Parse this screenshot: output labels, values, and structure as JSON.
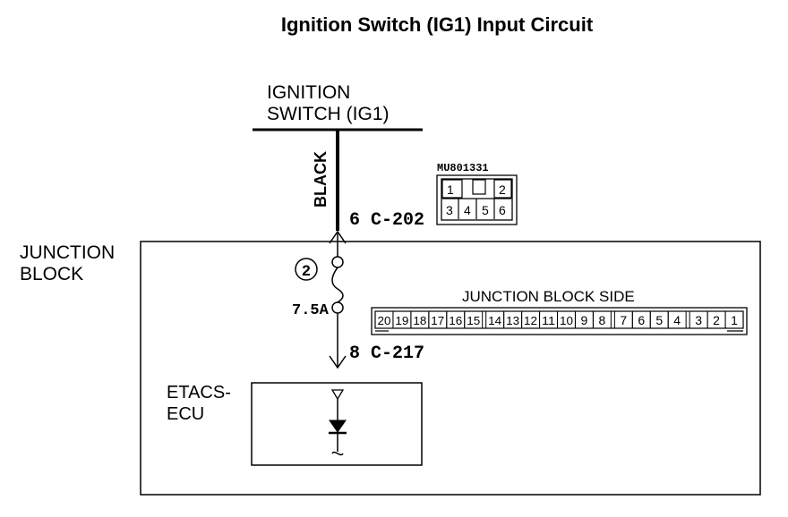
{
  "title": "Ignition Switch (IG1) Input Circuit",
  "ignition_switch": {
    "line1": "IGNITION",
    "line2": "SWITCH (IG1)"
  },
  "wire_color": "BLACK",
  "connector_in": {
    "pin": "6",
    "name": "C-202"
  },
  "connector_detail": {
    "part_number": "MU801331",
    "pins_top": [
      "1",
      "2"
    ],
    "pins_bottom": [
      "3",
      "4",
      "5",
      "6"
    ]
  },
  "junction_block": {
    "line1": "JUNCTION",
    "line2": "BLOCK"
  },
  "fuse": {
    "number": "2",
    "rating": "7.5A"
  },
  "connector_out": {
    "pin": "8",
    "name": "C-217"
  },
  "jb_side": {
    "label": "JUNCTION BLOCK SIDE",
    "pins": [
      "20",
      "19",
      "18",
      "17",
      "16",
      "15",
      "14",
      "13",
      "12",
      "11",
      "10",
      "9",
      "8",
      "7",
      "6",
      "5",
      "4",
      "3",
      "2",
      "1"
    ]
  },
  "ecu": {
    "line1": "ETACS-",
    "line2": "ECU"
  }
}
